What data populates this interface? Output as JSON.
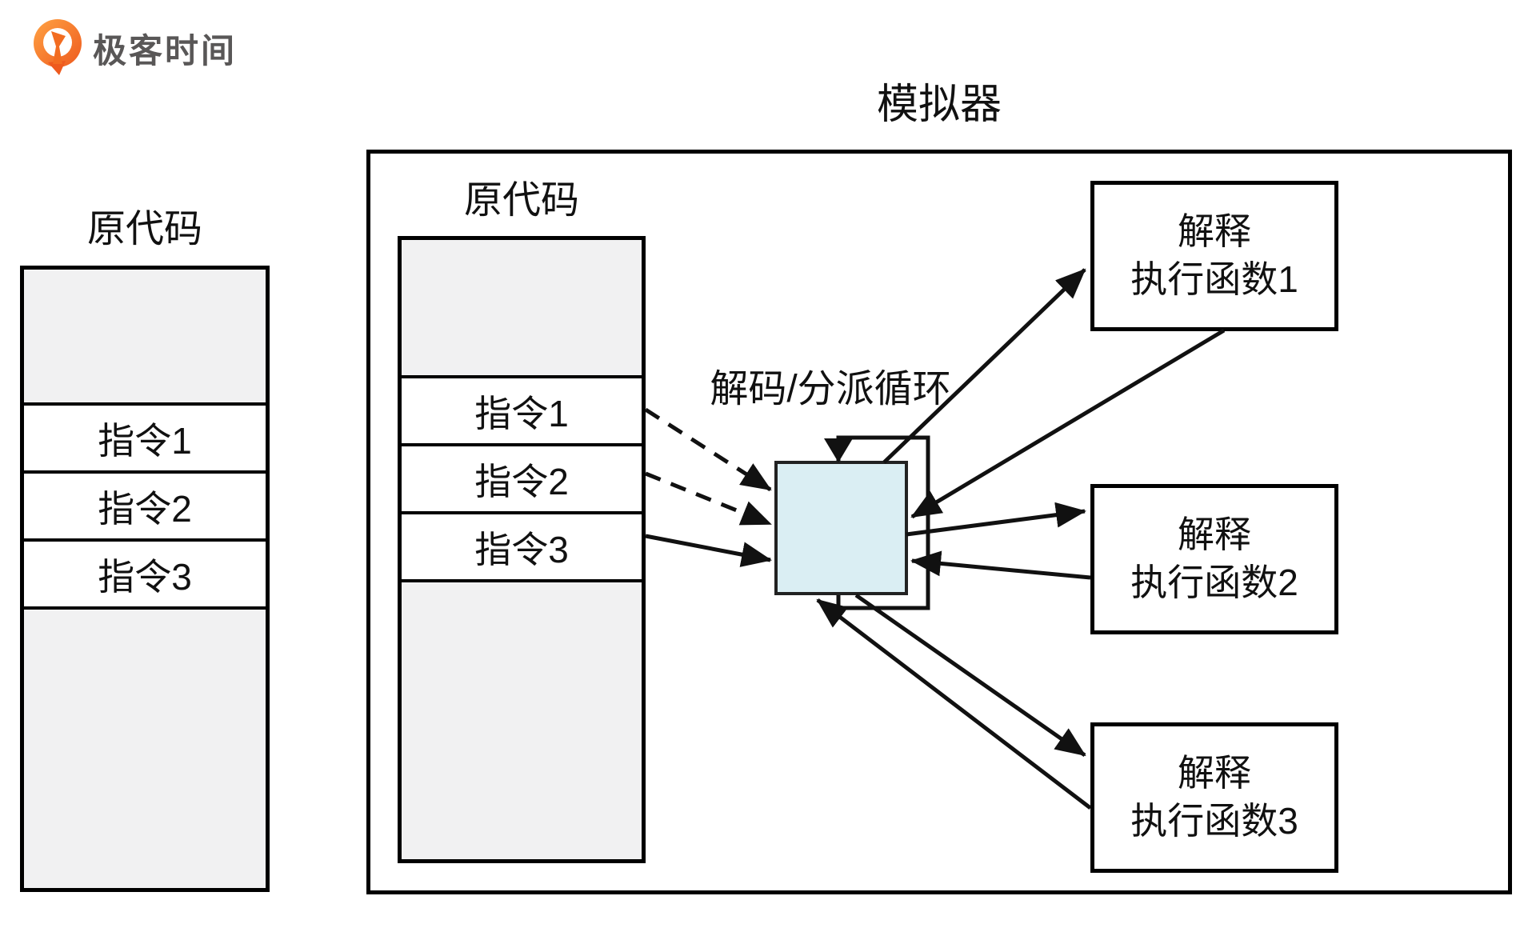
{
  "logo": {
    "brand": "极客时间",
    "icon": "geektime-logo-icon"
  },
  "title": "模拟器",
  "left_box": {
    "label": "原代码",
    "rows": [
      "指令1",
      "指令2",
      "指令3"
    ]
  },
  "emulator": {
    "source_box": {
      "label": "原代码",
      "rows": [
        "指令1",
        "指令2",
        "指令3"
      ]
    },
    "loop_label": "解码/分派循环",
    "functions": [
      {
        "line1": "解释",
        "line2": "执行函数1"
      },
      {
        "line1": "解释",
        "line2": "执行函数2"
      },
      {
        "line1": "解释",
        "line2": "执行函数3"
      }
    ]
  },
  "colors": {
    "accent_orange": "#F26C21",
    "logo_text_gray": "#595757",
    "dispatch_square_fill": "#DAEEF3",
    "memory_gray_fill": "#F1F1F2",
    "line_color": "#111111",
    "border_black": "#000000"
  }
}
